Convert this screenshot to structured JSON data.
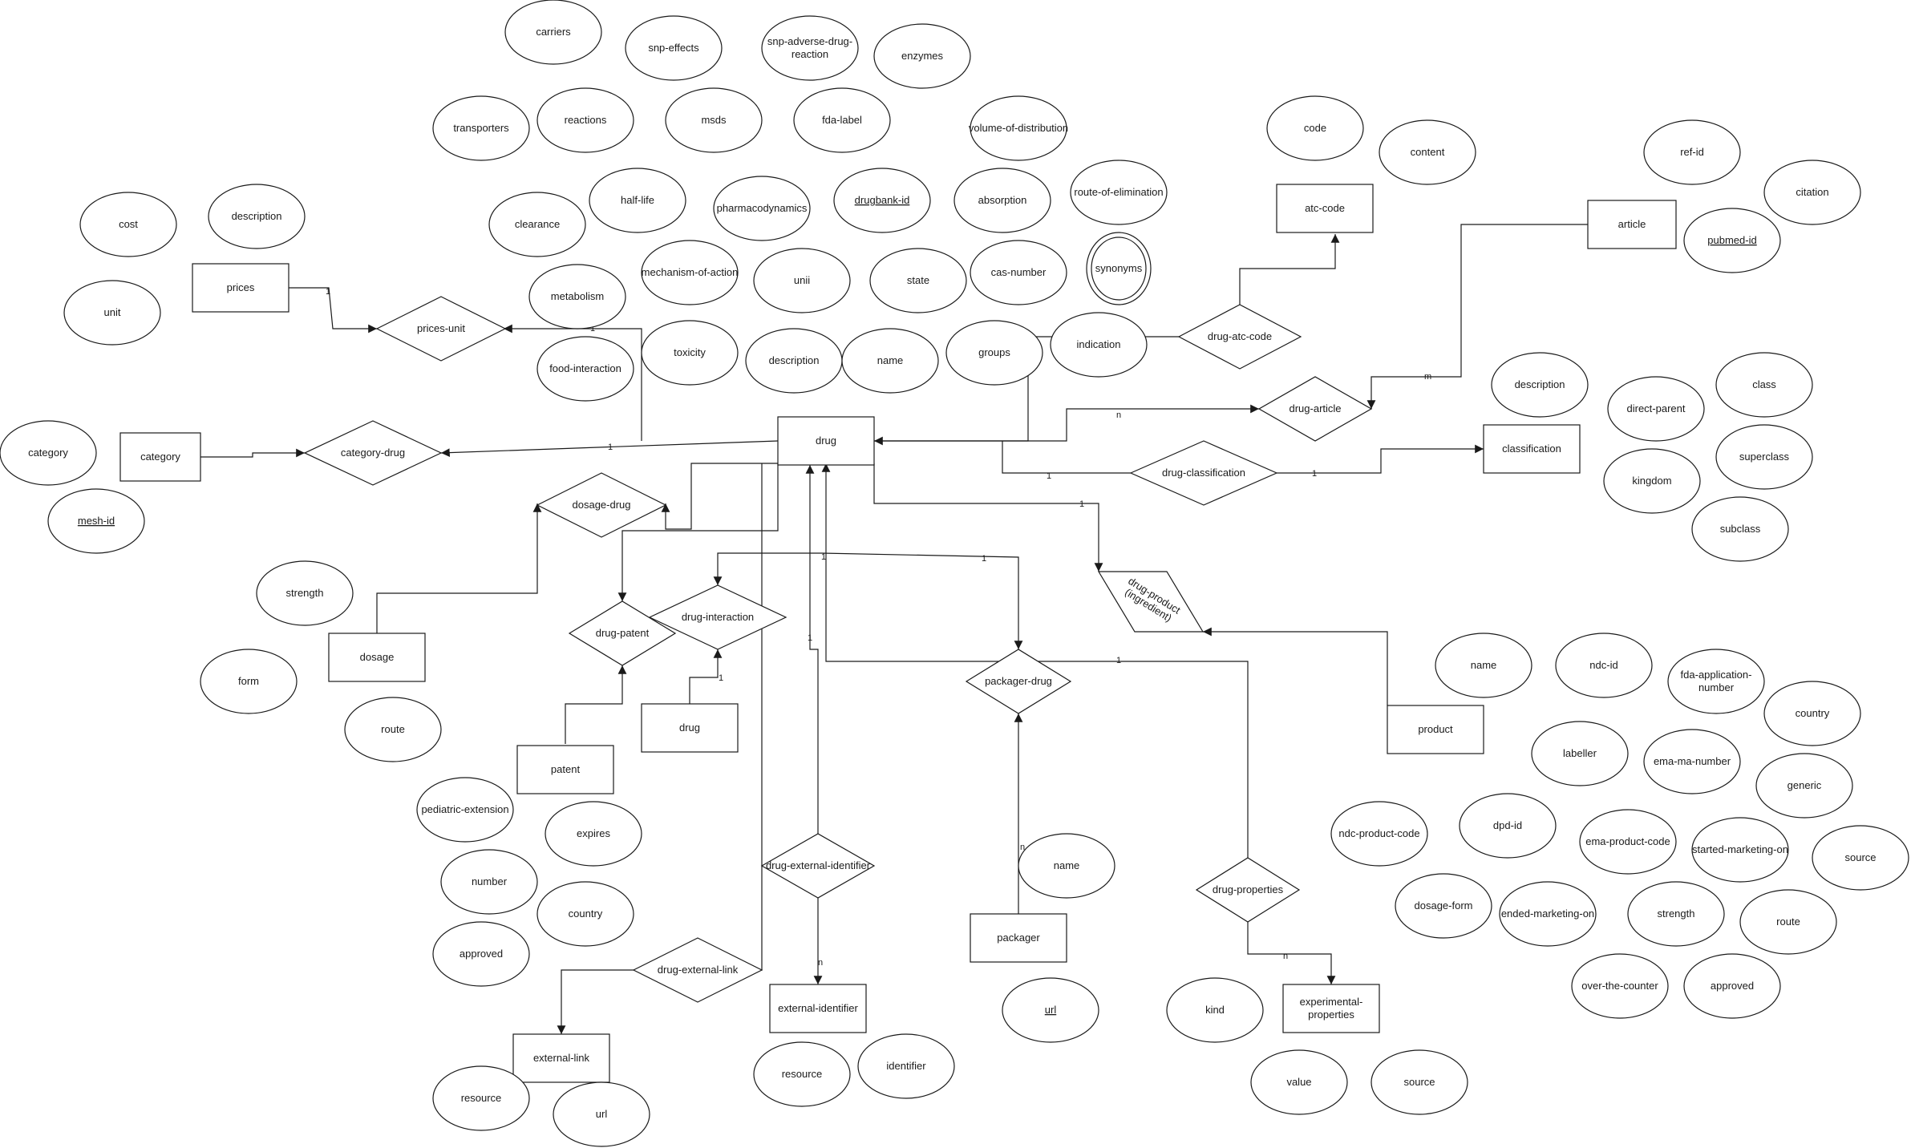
{
  "diagram": {
    "entities": {
      "drug": "drug",
      "prices": "prices",
      "category": "category",
      "dosage": "dosage",
      "patent": "patent",
      "drug2": "drug",
      "external_link": "external-link",
      "external_identifier": "external-identifier",
      "packager": "packager",
      "experimental_properties": [
        "experimental-",
        "properties"
      ],
      "product": "product",
      "classification": "classification",
      "article": "article",
      "atc_code": "atc-code"
    },
    "relationships": {
      "prices_unit": "prices-unit",
      "category_drug": "category-drug",
      "dosage_drug": "dosage-drug",
      "drug_patent": "drug-patent",
      "drug_interaction": "drug-interaction",
      "drug_external_identifier": "drug-external-identifier",
      "drug_external_link": "drug-external-link",
      "packager_drug": "packager-drug",
      "drug_product": [
        "drug-product",
        "(ingredient)"
      ],
      "drug_properties": "drug-properties",
      "drug_classification": "drug-classification",
      "drug_article": "drug-article",
      "drug_atc_code": "drug-atc-code"
    },
    "attributes": {
      "carriers": "carriers",
      "snp_effects": "snp-effects",
      "snp_adverse": [
        "snp-adverse-drug-",
        "reaction"
      ],
      "enzymes": "enzymes",
      "transporters": "transporters",
      "reactions": "reactions",
      "msds": "msds",
      "fda_label": "fda-label",
      "volume_of_distribution": "volume-of-distribution",
      "code": "code",
      "content": "content",
      "ref_id": "ref-id",
      "citation": "citation",
      "pubmed_id": "pubmed-id",
      "cost": "cost",
      "prices_description": "description",
      "unit": "unit",
      "clearance": "clearance",
      "half_life": "half-life",
      "pharmacodynamics": "pharmacodynamics",
      "drugbank_id": "drugbank-id",
      "absorption": "absorption",
      "route_of_elimination": "route-of-elimination",
      "synonyms": "synonyms",
      "metabolism": "metabolism",
      "mechanism_of_action": "mechanism-of-action",
      "unii": "unii",
      "state": "state",
      "cas_number": "cas-number",
      "food_interaction": "food-interaction",
      "toxicity": "toxicity",
      "drug_description": "description",
      "drug_name": "name",
      "groups": "groups",
      "indication": "indication",
      "class_description": "description",
      "direct_parent": "direct-parent",
      "class": "class",
      "kingdom": "kingdom",
      "superclass": "superclass",
      "subclass": "subclass",
      "category": "category",
      "mesh_id": "mesh-id",
      "strength": "strength",
      "form": "form",
      "route": "route",
      "pediatric_extension": "pediatric-extension",
      "expires": "expires",
      "number": "number",
      "country": "country",
      "approved": "approved",
      "link_resource": "resource",
      "link_url": "url",
      "ident_resource": "resource",
      "identifier": "identifier",
      "packager_name": "name",
      "packager_url": "url",
      "kind": "kind",
      "value": "value",
      "source": "source",
      "product_name": "name",
      "ndc_id": "ndc-id",
      "fda_application_number": [
        "fda-application-",
        "number"
      ],
      "product_country": "country",
      "labeller": "labeller",
      "ema_ma_number": "ema-ma-number",
      "generic": "generic",
      "ndc_product_code": "ndc-product-code",
      "dpd_id": "dpd-id",
      "ema_product_code": "ema-product-code",
      "started_marketing_on": "started-marketing-on",
      "product_source": "source",
      "dosage_form": "dosage-form",
      "ended_marketing_on": "ended-marketing-on",
      "product_strength": "strength",
      "product_route": "route",
      "over_the_counter": "over-the-counter",
      "product_approved": "approved"
    },
    "cardinalities": {
      "prices": "1",
      "metabolism": "1",
      "category": "1",
      "drug_article": "n",
      "article": "m",
      "drug_class": "1",
      "classification": "1",
      "drug_product": "1",
      "interaction_top": "1",
      "packager_top": "1",
      "interaction_drug": "1",
      "external_identifier_up": "1",
      "properties_top": "1",
      "packager_name": "n",
      "external_identifier_down": "n",
      "properties_down": "n"
    }
  }
}
